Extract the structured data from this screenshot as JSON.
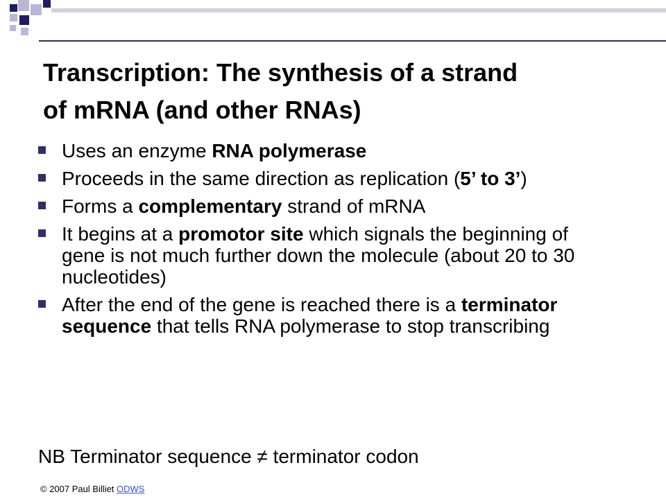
{
  "slide": {
    "title_line1": "Transcription: The synthesis of a strand",
    "title_line2": "of mRNA (and other RNAs)",
    "accent_color": "#2f2f6c",
    "bullets": [
      {
        "t1": "Uses an enzyme ",
        "b1": "RNA polymerase"
      },
      {
        "t1": "Proceeds in the same direction as replication (",
        "b1": "5’ to 3’",
        "t2": ")"
      },
      {
        "t1": "Forms a ",
        "b1": "complementary",
        "t2": " strand of mRNA"
      },
      {
        "t1": "It begins at a ",
        "b1": "promotor site",
        "t2": " which signals the beginning of gene is not much further down the molecule (about 20 to 30 nucleotides)"
      },
      {
        "t1": "After the end of the gene is reached there is a ",
        "b1": "terminator sequence",
        "t2": " that tells RNA polymerase to stop transcribing"
      }
    ],
    "note": "NB Terminator sequence ≠ terminator codon",
    "footer": {
      "copyright": "© 2007 Paul Billiet ",
      "link": "ODWS"
    }
  }
}
